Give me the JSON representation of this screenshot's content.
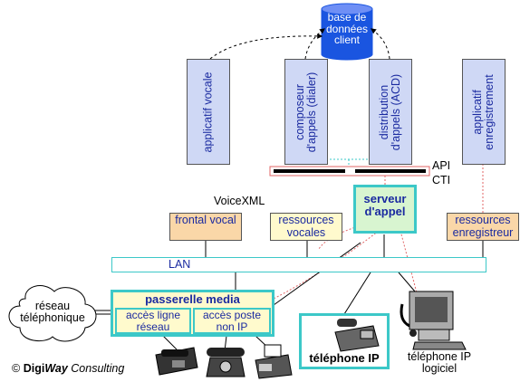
{
  "database": {
    "label": "base de données client"
  },
  "apps": [
    {
      "label": "applicatif vocale"
    },
    {
      "label": "composeur d'appels (dialer)"
    },
    {
      "label": "distribution d'appels (ACD)"
    },
    {
      "label": "applicatif enregistrement"
    }
  ],
  "api_cti": {
    "api": "API",
    "cti": "CTI"
  },
  "voicexml": "VoiceXML",
  "serveur_appel": "serveur d'appel",
  "frontal_vocal": "frontal vocal",
  "ressources_vocales": "ressources vocales",
  "ressources_enregistreur": "ressources enregistreur",
  "lan": "LAN",
  "reseau": "réseau téléphonique",
  "passerelle": {
    "title": "passerelle media",
    "acces_ligne": "accès ligne réseau",
    "acces_poste": "accès poste non IP"
  },
  "telephone_ip": "téléphone IP",
  "telephone_logiciel": "téléphone IP logiciel",
  "copyright": {
    "symbol": "©",
    "digi": "Digi",
    "way": "Way",
    "rest": " Consulting"
  },
  "colors": {
    "app_fill": "#cfd8f5",
    "text_blue": "#1a2aa0",
    "accent_cyan": "#3cc8c8",
    "orange_fill": "#fad7a8",
    "yellow_fill": "#fffacd",
    "cti_red": "#e06666",
    "db_blue": "#1a55e0"
  }
}
